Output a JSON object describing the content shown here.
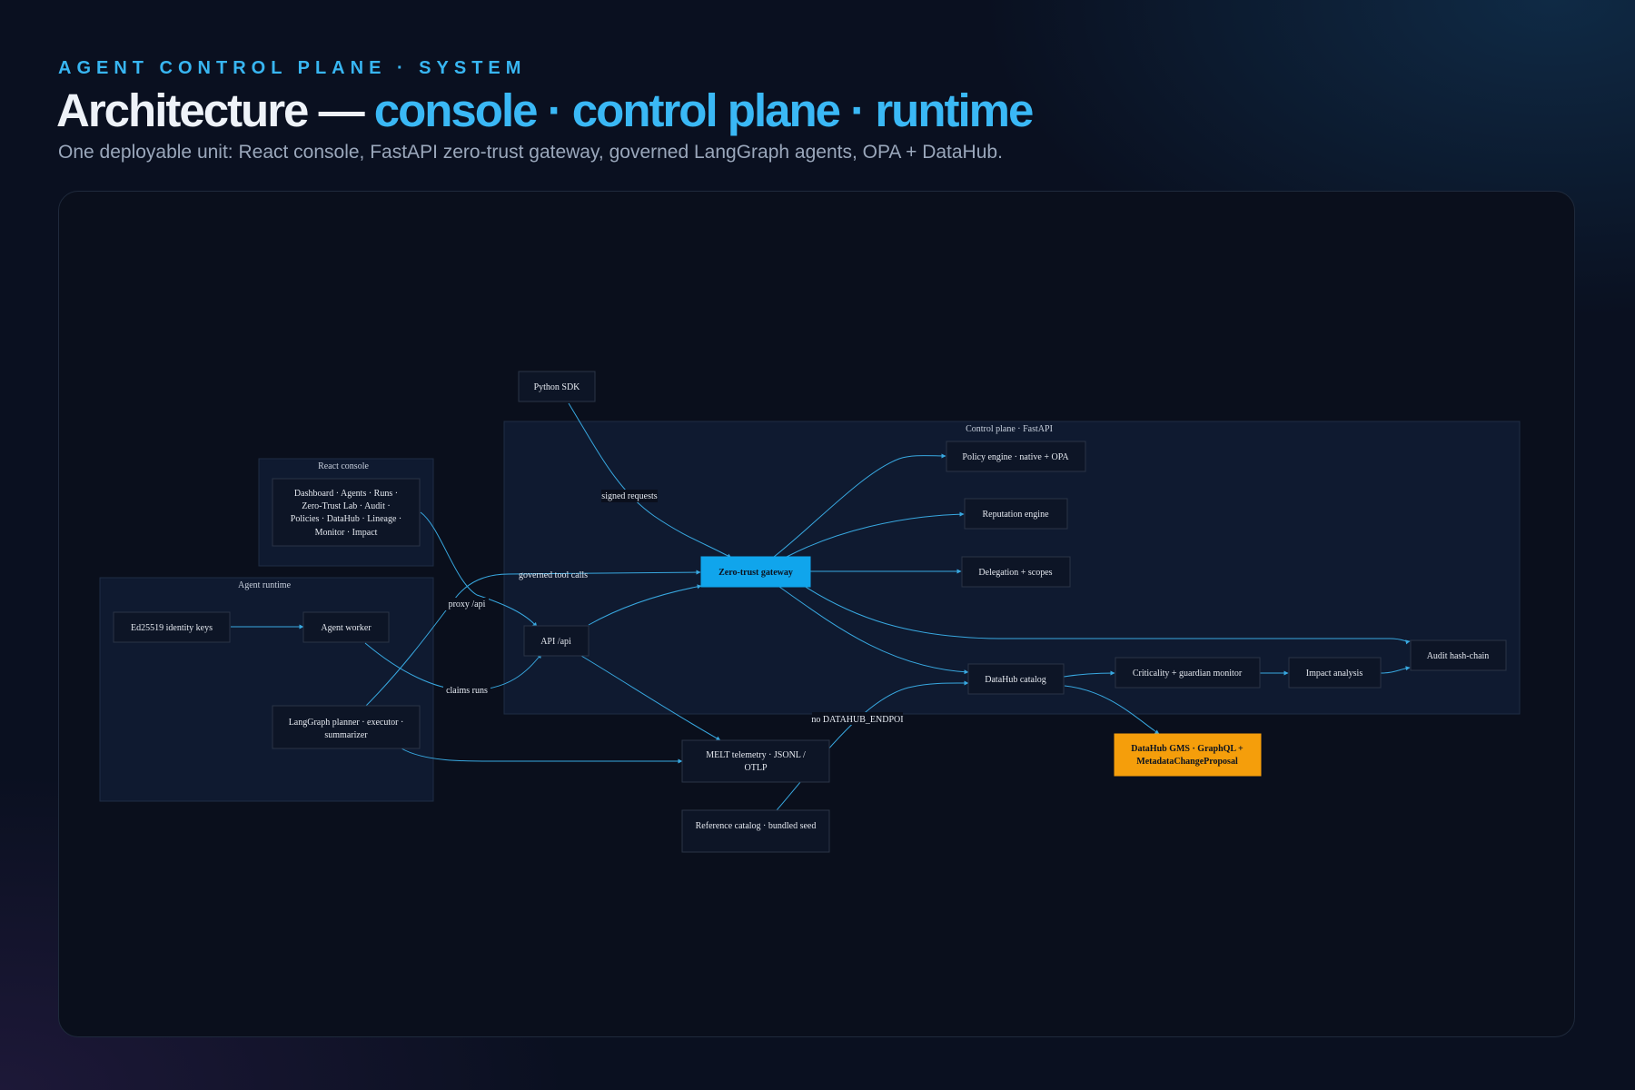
{
  "header": {
    "eyebrow": "AGENT CONTROL PLANE · SYSTEM",
    "title_plain": "Architecture — ",
    "title_accent": "console · control plane · runtime",
    "subtitle": "One deployable unit: React console, FastAPI zero-trust gateway, governed LangGraph agents, OPA + DataHub."
  },
  "colors": {
    "accent": "#38b6f2",
    "gateway": "#10a5ec",
    "external": "#f59e0b",
    "edge": "#38a8e0"
  },
  "diagram": {
    "clusters": {
      "react_console": "React console",
      "agent_runtime": "Agent runtime",
      "control_plane": "Control plane · FastAPI"
    },
    "nodes": {
      "python_sdk": "Python SDK",
      "console_pages": [
        "Dashboard · Agents · Runs ·",
        "Zero-Trust Lab · Audit ·",
        "Policies · DataHub · Lineage ·",
        "Monitor · Impact"
      ],
      "identity_keys": "Ed25519 identity keys",
      "agent_worker": "Agent worker",
      "langgraph": [
        "LangGraph planner · executor ·",
        "summarizer"
      ],
      "api": "API /api",
      "gateway": "Zero-trust gateway",
      "policy_engine": "Policy engine · native + OPA",
      "reputation": "Reputation engine",
      "delegation": "Delegation + scopes",
      "datahub_catalog": "DataHub catalog",
      "criticality": "Criticality + guardian monitor",
      "impact": "Impact analysis",
      "audit": "Audit hash-chain",
      "datahub_gms": [
        "DataHub GMS · GraphQL +",
        "MetadataChangeProposal"
      ],
      "melt": [
        "MELT telemetry · JSONL /",
        "OTLP"
      ],
      "reference_catalog": "Reference catalog · bundled seed"
    },
    "edge_labels": {
      "signed_requests": "signed requests",
      "governed_tool_calls": "governed tool calls",
      "proxy_api": "proxy /api",
      "claims_runs": "claims runs",
      "no_datahub": "no DATAHUB_ENDPOI"
    }
  }
}
